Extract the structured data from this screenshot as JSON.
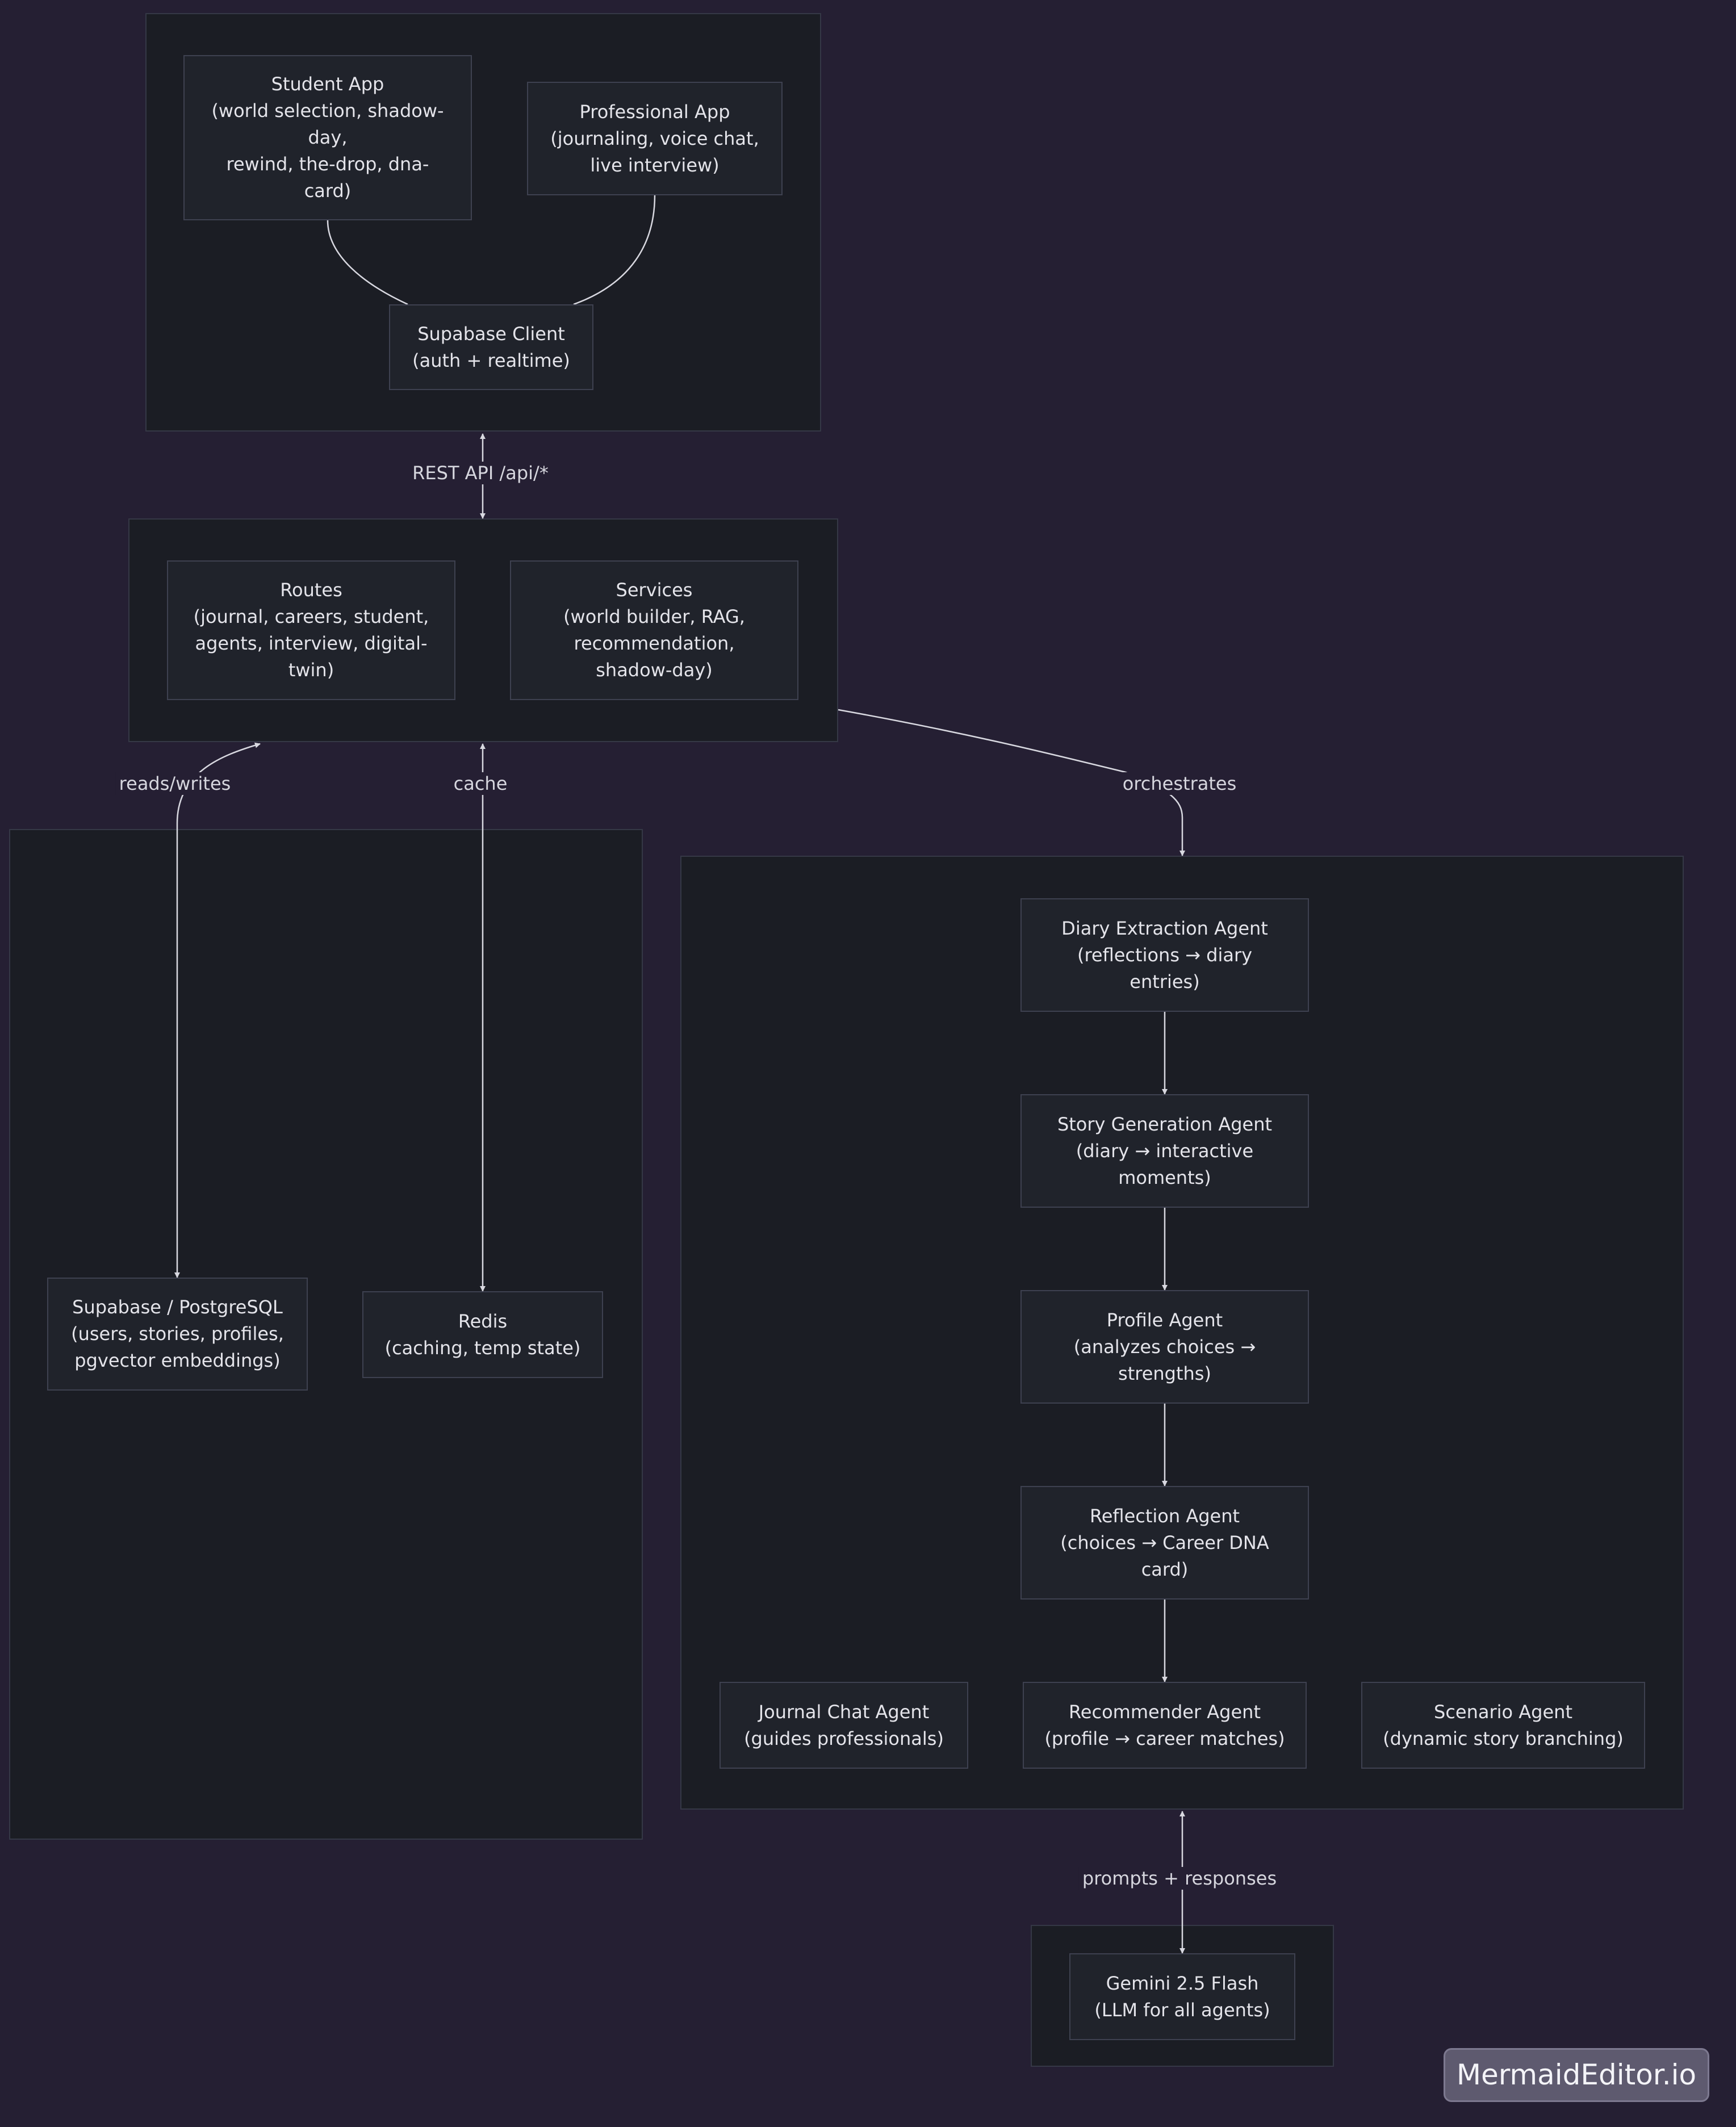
{
  "diagram": {
    "nodes": {
      "student_app": "Student App\n(world selection, shadow-\nday,\nrewind, the-drop, dna-\ncard)",
      "professional_app": "Professional App\n(journaling, voice chat,\nlive interview)",
      "supabase_client": "Supabase Client\n(auth + realtime)",
      "routes": "Routes\n(journal, careers, student,\nagents, interview, digital-\ntwin)",
      "services": "Services\n(world builder, RAG,\nrecommendation,\nshadow-day)",
      "supabase_postgres": "Supabase / PostgreSQL\n(users, stories, profiles,\npgvector embeddings)",
      "redis": "Redis\n(caching, temp state)",
      "diary_agent": "Diary Extraction Agent\n(reflections → diary\nentries)",
      "story_agent": "Story Generation Agent\n(diary → interactive\nmoments)",
      "profile_agent": "Profile Agent\n(analyzes choices →\nstrengths)",
      "reflection_agent": "Reflection Agent\n(choices → Career DNA\ncard)",
      "journal_chat_agent": "Journal Chat Agent\n(guides professionals)",
      "recommender_agent": "Recommender Agent\n(profile → career matches)",
      "scenario_agent": "Scenario Agent\n(dynamic story branching)",
      "gemini": "Gemini 2.5 Flash\n(LLM for all agents)"
    },
    "edge_labels": {
      "rest_api": "REST API /api/*",
      "reads_writes": "reads/writes",
      "cache": "cache",
      "orchestrates": "orchestrates",
      "prompts": "prompts + responses"
    }
  },
  "watermark": "MermaidEditor.io",
  "colors": {
    "background": "#251f33",
    "cluster": "#1b1d24",
    "node": "#20232b",
    "edge": "#d8d8e0"
  }
}
